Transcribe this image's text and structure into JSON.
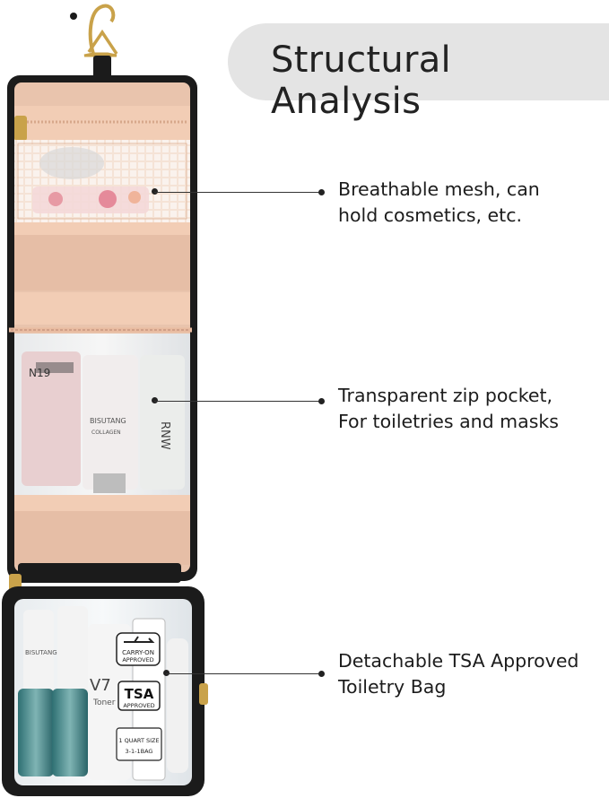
{
  "header": {
    "title": "Structural Analysis"
  },
  "callouts": [
    {
      "line1": "Breathable mesh, can",
      "line2": "hold cosmetics, etc."
    },
    {
      "line1": "Transparent zip pocket,",
      "line2": "For toiletries and masks"
    },
    {
      "line1": "Detachable TSA Approved",
      "line2": "Toiletry Bag"
    }
  ],
  "product_labels": {
    "bottle_brand": "BISUTANG",
    "bottle_sub": "COLLAGEN",
    "carry_on_1": "CARRY-ON",
    "carry_on_2": "APPROVED",
    "tsa": "TSA",
    "tsa_approved": "APPROVED",
    "quart_1": "1 QUART SIZE",
    "quart_2": "3-1-1BAG",
    "toner_v7": "V7",
    "toner_word": "Toner",
    "cream_n19": "N19",
    "rnw": "RNW"
  },
  "colors": {
    "bag_black": "#1b1b1b",
    "lining_peach": "#e9c4ad",
    "zipper_peach": "#f2cdb5",
    "pill_gray": "#e4e4e4",
    "hook_gold": "#c9a24a"
  }
}
